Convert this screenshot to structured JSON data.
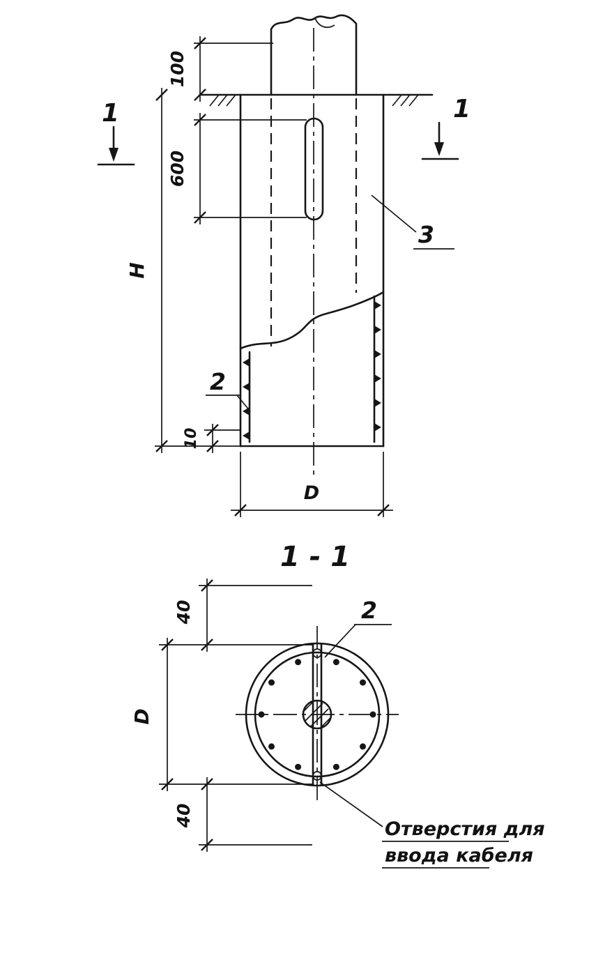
{
  "drawing": {
    "section_title": "1 - 1",
    "elevation": {
      "dim_top": "100",
      "dim_slot": "600",
      "dim_height": "H",
      "dim_bottom_offset": "10",
      "dim_diameter": "D",
      "section_mark_left": "1",
      "section_mark_right": "1",
      "part_label_2": "2",
      "part_label_3": "3"
    },
    "section": {
      "dim_top_offset": "40",
      "dim_diameter": "D",
      "dim_bottom_offset": "40",
      "part_label_2": "2",
      "callout_line1": "Отверстия для",
      "callout_line2": "ввода кабеля"
    }
  }
}
